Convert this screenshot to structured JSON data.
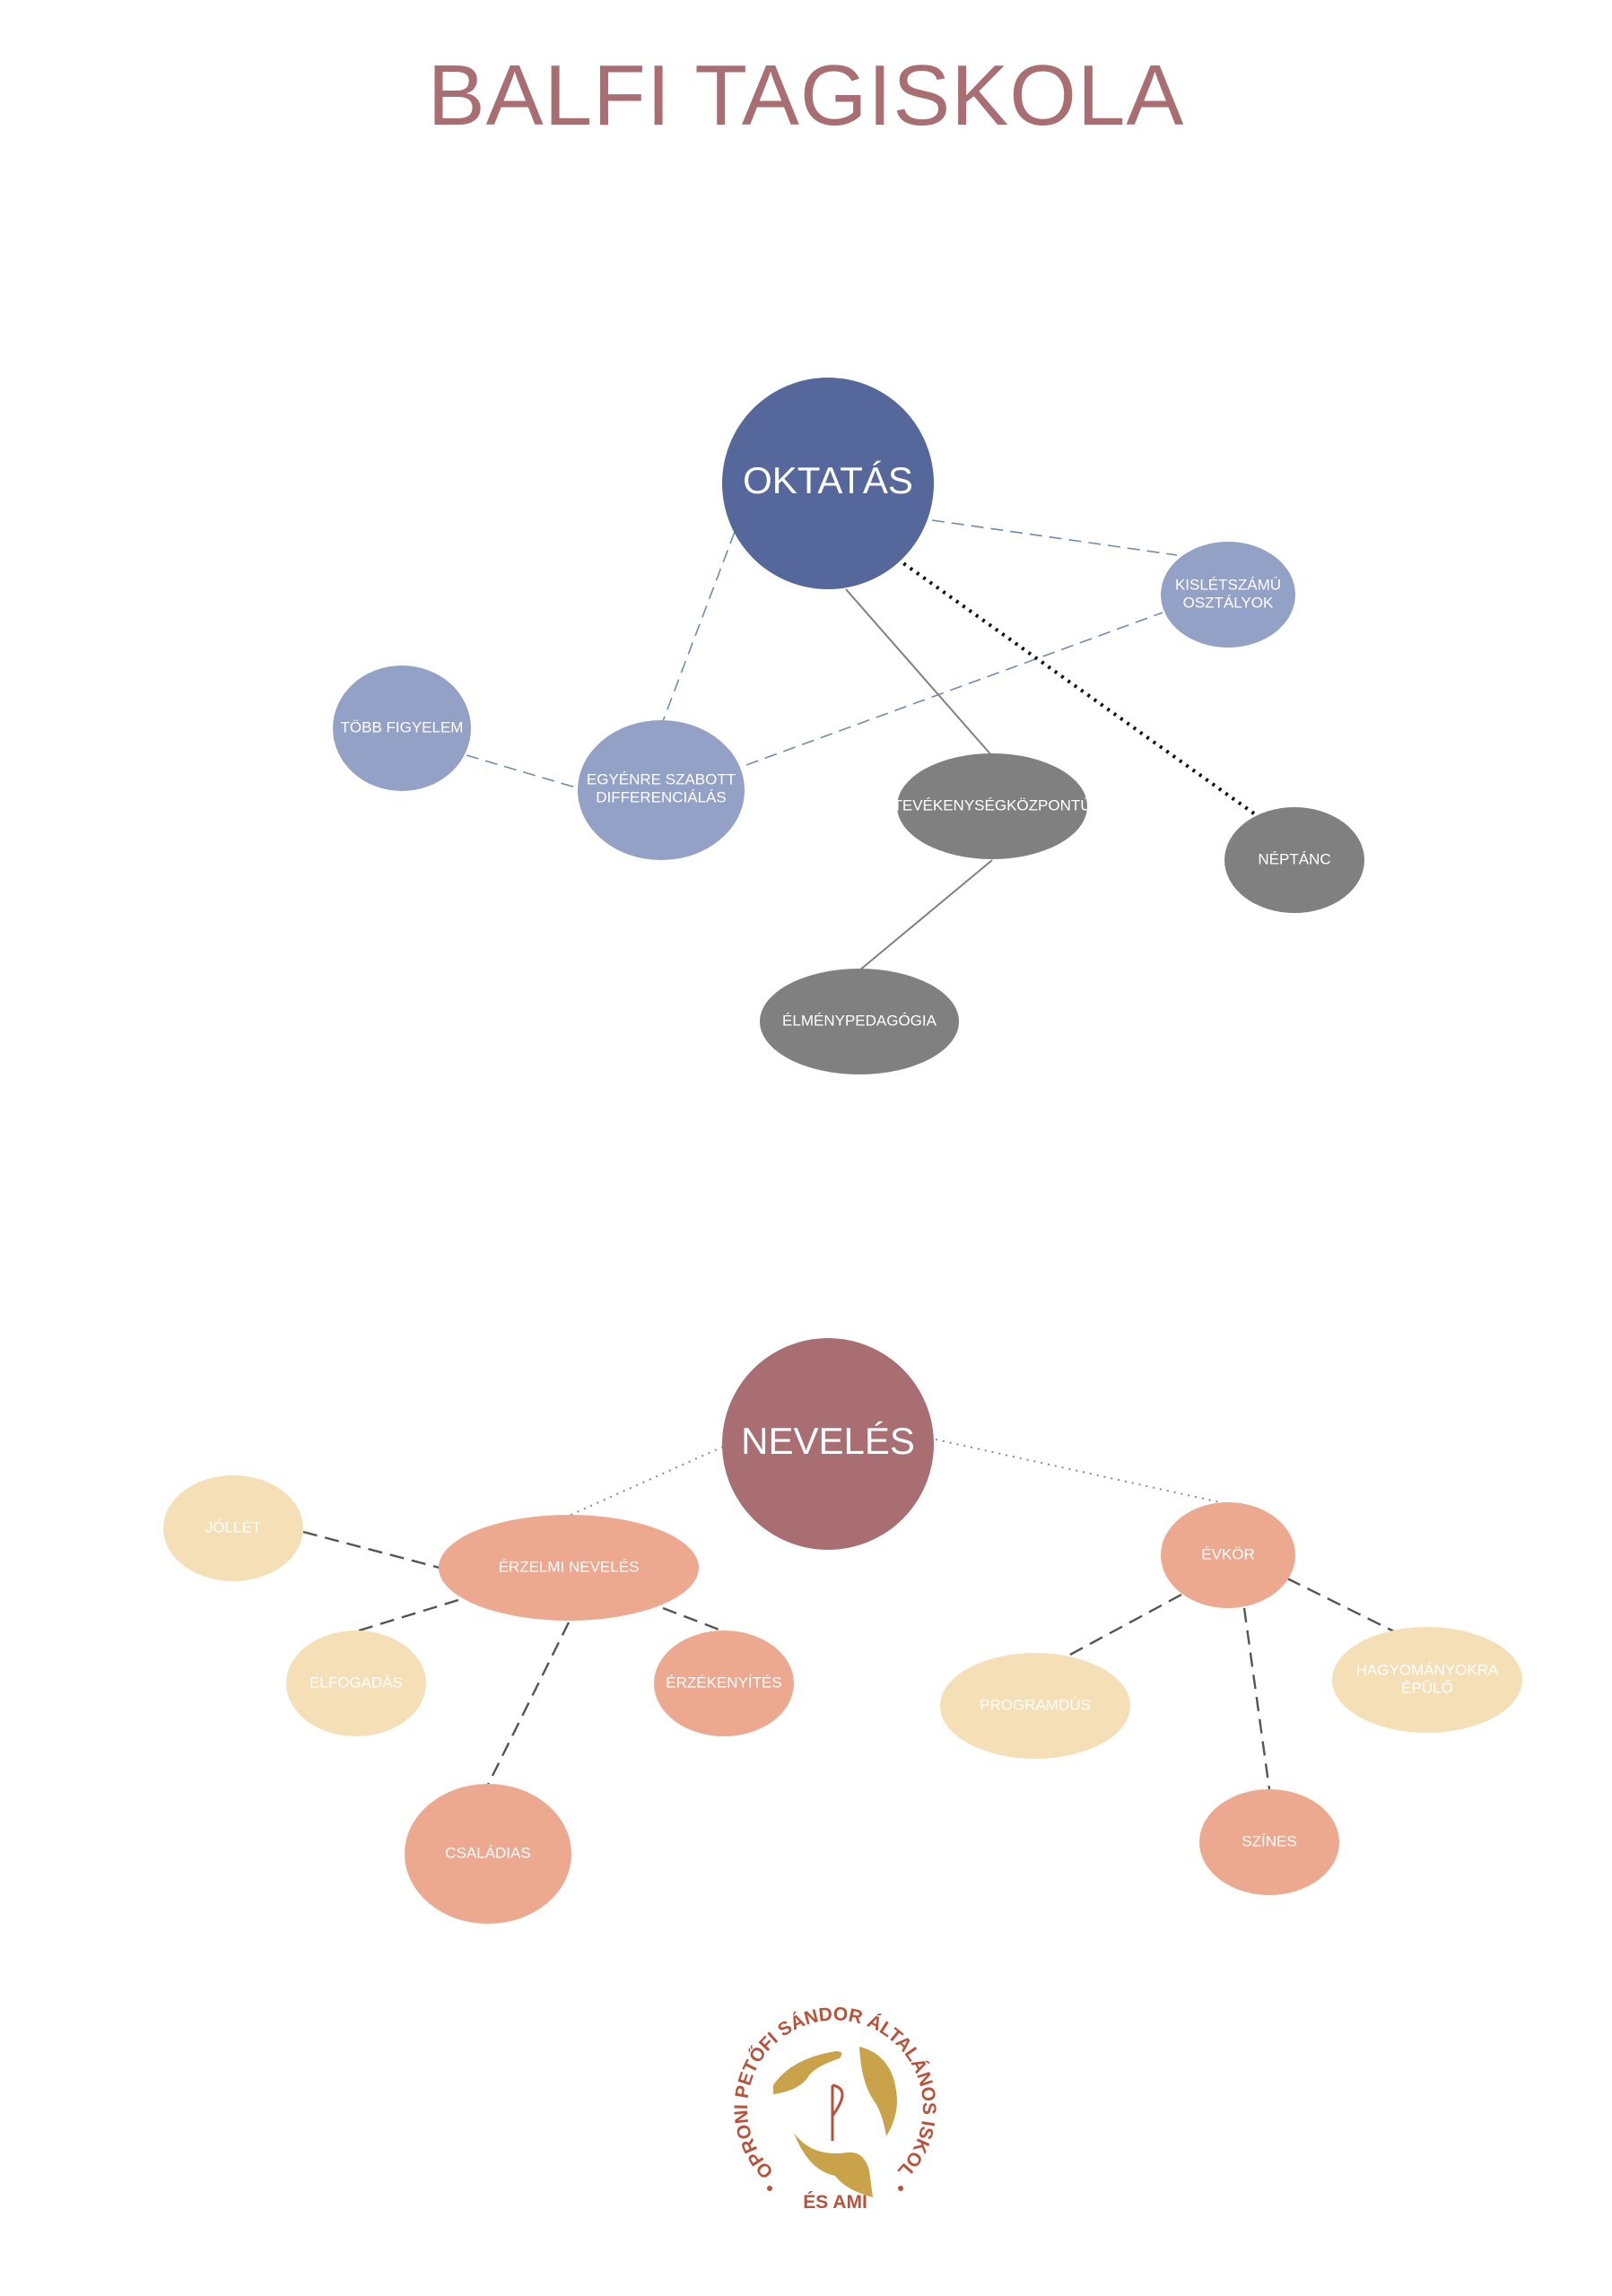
{
  "title": "BALFI TAGISKOLA",
  "oktatas": {
    "center": "OKTATÁS",
    "kisletszamu": [
      "KISLÉTSZÁMÚ",
      "OSZTÁLYOK"
    ],
    "tobb_figyelem": "TÖBB FIGYELEM",
    "egyenre": [
      "EGYÉNRE SZABOTT",
      "DIFFERENCIÁLÁS"
    ],
    "tevekenyseg": "TEVÉKENYSÉGKÖZPONTÚ",
    "neptanc": "NÉPTÁNC",
    "elmeny": "ÉLMÉNYPEDAGÓGIA"
  },
  "neveles": {
    "center": "NEVELÉS",
    "erzelmi": "ÉRZELMI NEVELÉS",
    "jollet": "JÓLLÉT",
    "elfogadas": "ELFOGADÁS",
    "erzekenyites": "ÉRZÉKENYÍTÉS",
    "csaladias": "CSALÁDIAS",
    "evkor": "ÉVKÖR",
    "programdus": "PROGRAMDÚS",
    "hagyomany": [
      "HAGYOMÁNYOKRA",
      "ÉPÜLŐ"
    ],
    "szines": "SZÍNES"
  },
  "logo": {
    "ring_text": "SOPRONI PETŐFI SÁNDOR ÁLTALÁNOS ISKOLA",
    "bottom_text": "ÉS AMI"
  },
  "colors": {
    "title": "#a86e72",
    "oktatas": "#55679b",
    "light_blue": "#93a1c6",
    "gray": "#808080",
    "neveles": "#a86e72",
    "salmon": "#eca990",
    "cream": "#f5dfb6",
    "logo_gold": "#c9a24a",
    "logo_red": "#b9523a"
  }
}
